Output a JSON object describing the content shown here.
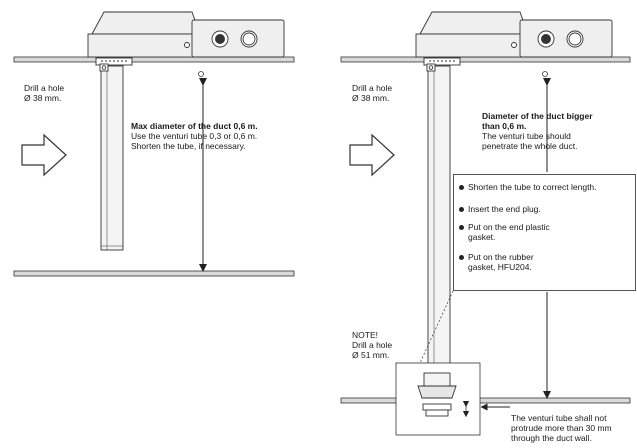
{
  "left_panel": {
    "drill_label_line1": "Drill a hole",
    "drill_label_line2": "Ø 38 mm.",
    "duct_title": "Max diameter of the duct 0,6 m.",
    "duct_line2": "Use the venturi tube 0,3 or 0,6 m.",
    "duct_line3": "Shorten the tube, if necessary."
  },
  "right_panel": {
    "drill_label_line1": "Drill a hole",
    "drill_label_line2": "Ø 38 mm.",
    "duct_title_line1": "Diameter of the duct bigger",
    "duct_title_line2": "than 0,6 m.",
    "duct_line3": "The venturi tube should",
    "duct_line4": "penetrate the whole duct.",
    "steps": [
      {
        "line1": "Shorten the tube to correct length.",
        "line2": ""
      },
      {
        "line1": "Insert the end plug.",
        "line2": ""
      },
      {
        "line1": "Put on the end plastic",
        "line2": "gasket."
      },
      {
        "line1": "Put on the rubber",
        "line2": "gasket, HFU204."
      }
    ],
    "note_line1": "NOTE!",
    "note_line2": "Drill a hole",
    "note_line3": "Ø 51 mm.",
    "protrude_line1": "The venturi tube shall not",
    "protrude_line2": "protrude more than 30 mm",
    "protrude_line3": "through the duct wall."
  },
  "colors": {
    "duct_wall_fill": "#d9d9d9",
    "line": "#333333",
    "device_fill": "#efefef"
  }
}
